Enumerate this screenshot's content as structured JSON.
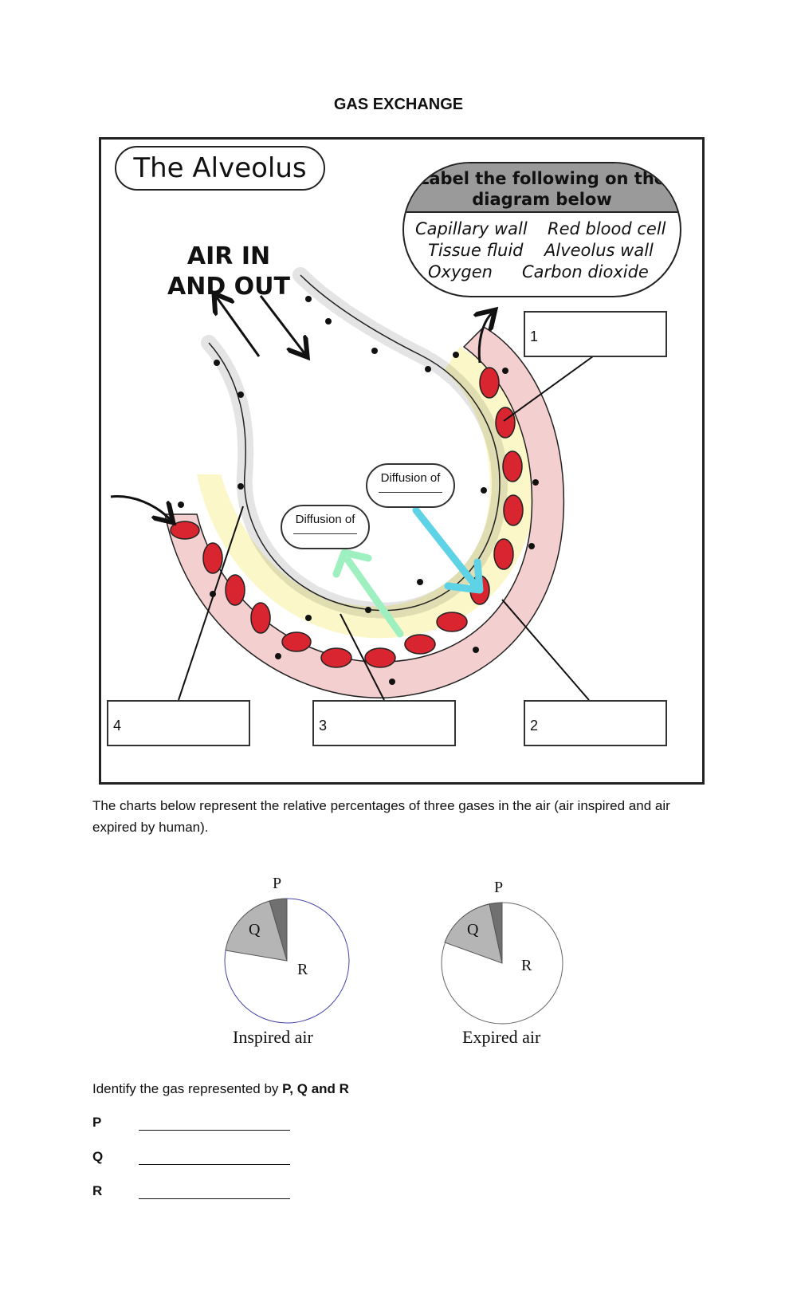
{
  "page": {
    "title": "GAS EXCHANGE"
  },
  "figure": {
    "title": "The Alveolus",
    "key": {
      "heading_line1": "Label the following on the",
      "heading_line2": "diagram below",
      "items": [
        "Capillary wall",
        "Red blood cell",
        "Tissue fluid",
        "Alveolus wall",
        "Oxygen",
        "Carbon dioxide"
      ]
    },
    "air_label_line1": "AIR IN",
    "air_label_line2": "AND OUT",
    "diffusion_label": "Diffusion of",
    "boxes": [
      "1",
      "2",
      "3",
      "4"
    ],
    "colors": {
      "red_blood_cell": "#d8252f",
      "capillary_fill": "#f3cfcf",
      "tissue_fluid": "#fbf7c8",
      "oxygen_arrow": "#9ff0c0",
      "co2_arrow": "#5ed3e6"
    }
  },
  "intro_text": "The charts below represent the relative percentages of three gases in the air (air inspired and air expired by human).",
  "charts": [
    {
      "caption": "Inspired air",
      "slices": [
        {
          "label": "P",
          "color": "#707070"
        },
        {
          "label": "Q",
          "color": "#b5b5b5"
        },
        {
          "label": "R",
          "color": "#ffffff"
        }
      ]
    },
    {
      "caption": "Expired air",
      "slices": [
        {
          "label": "P",
          "color": "#707070"
        },
        {
          "label": "Q",
          "color": "#b5b5b5"
        },
        {
          "label": "R",
          "color": "#ffffff"
        }
      ]
    }
  ],
  "question": {
    "prefix": "Identify the gas represented by ",
    "bold": "P, Q and R",
    "rows": [
      "P",
      "Q",
      "R"
    ]
  }
}
